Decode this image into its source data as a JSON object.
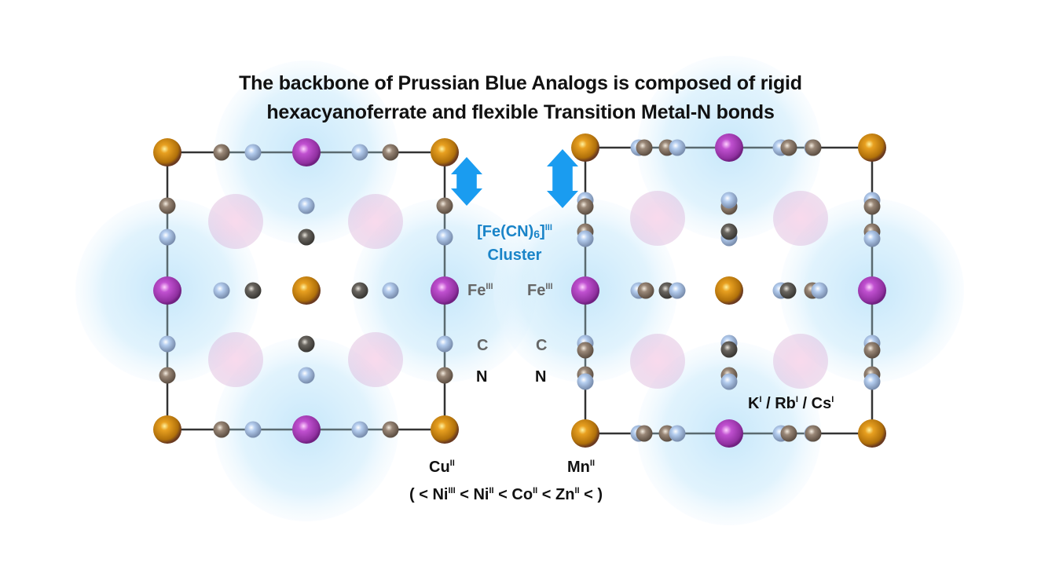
{
  "title": {
    "line1": "The backbone of Prussian Blue Analogs is composed of rigid",
    "line2": "hexacyanoferrate and flexible Transition Metal-N bonds"
  },
  "cluster_label": {
    "formula_base": "[Fe(CN)",
    "formula_sub": "6",
    "formula_close": "]",
    "formula_sup": "III",
    "word": "Cluster"
  },
  "left_labels": {
    "fe": "Fe",
    "fe_sup": "III",
    "c": "C",
    "n": "N",
    "metal": "Cu",
    "metal_sup": "II"
  },
  "right_labels": {
    "fe": "Fe",
    "fe_sup": "III",
    "c": "C",
    "n": "N",
    "metal": "Mn",
    "metal_sup": "II"
  },
  "series": {
    "open": "( <",
    "items": [
      {
        "el": "Ni",
        "ox": "III"
      },
      {
        "el": "Ni",
        "ox": "II"
      },
      {
        "el": "Co",
        "ox": "II"
      },
      {
        "el": "Zn",
        "ox": "II"
      }
    ],
    "sep": "<",
    "close": "< )"
  },
  "alkali": {
    "items": [
      {
        "el": "K",
        "ox": "I"
      },
      {
        "el": "Rb",
        "ox": "I"
      },
      {
        "el": "Cs",
        "ox": "I"
      }
    ],
    "sep": "/"
  },
  "colors": {
    "fe_atom": "#c8870e",
    "metal_atom": "#b048c0",
    "c_atom": "#8a7868",
    "n_atom": "#a8c4e8",
    "dark_atom": "#5a5856",
    "halo": "#bfe3f8",
    "alkali_sphere": "#e8a8cc",
    "arrow": "#1a9cf0",
    "label_blue": "#1a84c8"
  },
  "icons": {
    "left_arrow": "double-headed-vertical-arrow",
    "right_arrow": "double-headed-vertical-arrow"
  }
}
